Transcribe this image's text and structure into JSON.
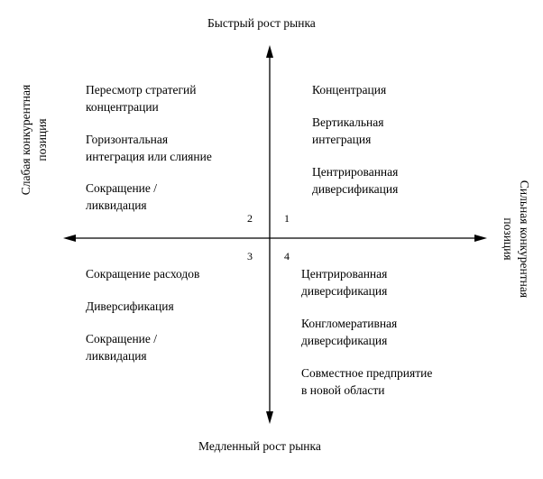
{
  "axis_labels": {
    "top": "Быстрый рост рынка",
    "bottom": "Медленный рост рынка",
    "left": [
      "Слабая конкурентная",
      "позиция"
    ],
    "right": [
      "Сильная конкурентная",
      "позиция"
    ]
  },
  "quadrant_numbers": {
    "q1": "1",
    "q2": "2",
    "q3": "3",
    "q4": "4"
  },
  "quadrants": {
    "q2": [
      [
        "Пересмотр стратегий",
        "концентрации"
      ],
      [
        "Горизонтальная",
        "интеграция или слияние"
      ],
      [
        "Сокращение /",
        "ликвидация"
      ]
    ],
    "q1": [
      [
        "Концентрация"
      ],
      [
        "Вертикальная",
        "интеграция"
      ],
      [
        "Центрированная",
        "диверсификация"
      ]
    ],
    "q3": [
      [
        "Сокращение расходов"
      ],
      [
        "Диверсификация"
      ],
      [
        "Сокращение /",
        "ликвидация"
      ]
    ],
    "q4": [
      [
        "Центрированная",
        "диверсификация"
      ],
      [
        "Конгломеративная",
        "диверсификация"
      ],
      [
        "Совместное предприятие",
        "в новой области"
      ]
    ]
  },
  "colors": {
    "ink": "#000000",
    "background": "#ffffff"
  }
}
